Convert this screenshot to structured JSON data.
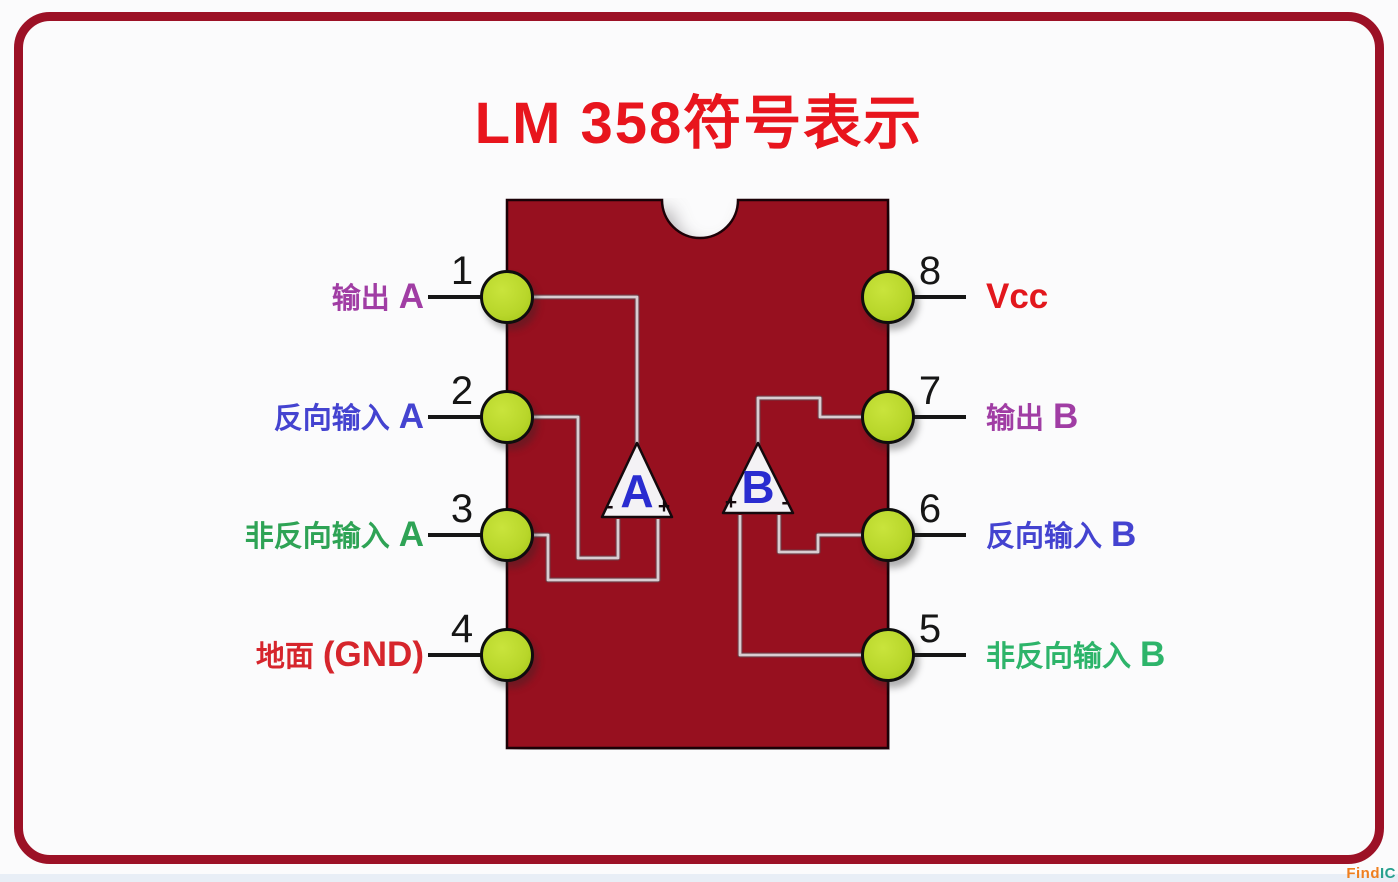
{
  "title": "LM 358符号表示",
  "chip": {
    "name": "LM 358",
    "opamps": [
      {
        "label": "A",
        "left_sign": "-",
        "right_sign": "+"
      },
      {
        "label": "B",
        "left_sign": "+",
        "right_sign": "-"
      }
    ]
  },
  "pins": [
    {
      "number": "1",
      "name": "输出",
      "letter": "A",
      "side": "left",
      "color": "#a03da4"
    },
    {
      "number": "2",
      "name": "反向输入",
      "letter": "A",
      "side": "left",
      "color": "#4443d0"
    },
    {
      "number": "3",
      "name": "非反向输入",
      "letter": "A",
      "side": "left",
      "color": "#2ea355"
    },
    {
      "number": "4",
      "name": "地面",
      "letter": "(GND)",
      "side": "left",
      "color": "#d6252c"
    },
    {
      "number": "8",
      "name": "",
      "letter": "Vcc",
      "side": "right",
      "color": "#e2171d"
    },
    {
      "number": "7",
      "name": "输出",
      "letter": "B",
      "side": "right",
      "color": "#a03da4"
    },
    {
      "number": "6",
      "name": "反向输入",
      "letter": "B",
      "side": "right",
      "color": "#4443d0"
    },
    {
      "number": "5",
      "name": "非反向输入",
      "letter": "B",
      "side": "right",
      "color": "#2db46a"
    }
  ],
  "watermark": {
    "part1": "Find",
    "part2": "IC",
    "color1": "#ef7f1f",
    "color2": "#27a08e"
  },
  "colors": {
    "chip_body": "#97101f",
    "pin_fill": "#b8d62a",
    "frame": "#9c1126",
    "title": "#e8151d",
    "wire": "#d9cdd1",
    "lead": "#161616",
    "number": "#161616",
    "triangle_letter": "#2a2cd0"
  }
}
